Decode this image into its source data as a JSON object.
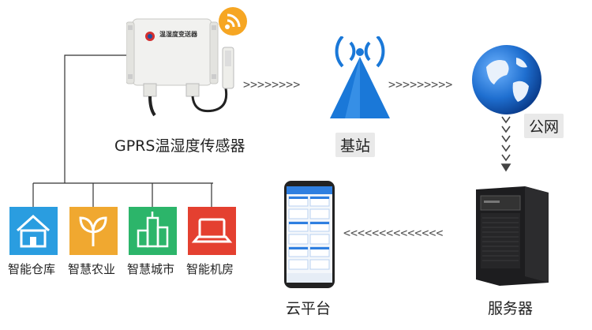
{
  "labels": {
    "sensor": "GPRS温湿度传感器",
    "base_station": "基站",
    "public_network": "公网",
    "server": "服务器",
    "cloud_platform": "云平台"
  },
  "sensor_brand_text": "温湿度变送器",
  "applications": [
    {
      "label": "智能仓库",
      "icon": "warehouse-icon",
      "color": "#2a9de0"
    },
    {
      "label": "智慧农业",
      "icon": "plant-icon",
      "color": "#f0a830"
    },
    {
      "label": "智慧城市",
      "icon": "city-icon",
      "color": "#2cb56a"
    },
    {
      "label": "智能机房",
      "icon": "laptop-icon",
      "color": "#e44030"
    }
  ],
  "arrows": {
    "sensor_to_station": ">>>>>>>>",
    "station_to_network": ">>>>>>>>>",
    "network_to_server": "v v v v v",
    "server_to_cloud": "<<<<<<<<<<<<<<"
  },
  "colors": {
    "wifi_badge": "#f6a623",
    "tower": "#1a78d8",
    "globe": "#1f6fd0"
  }
}
